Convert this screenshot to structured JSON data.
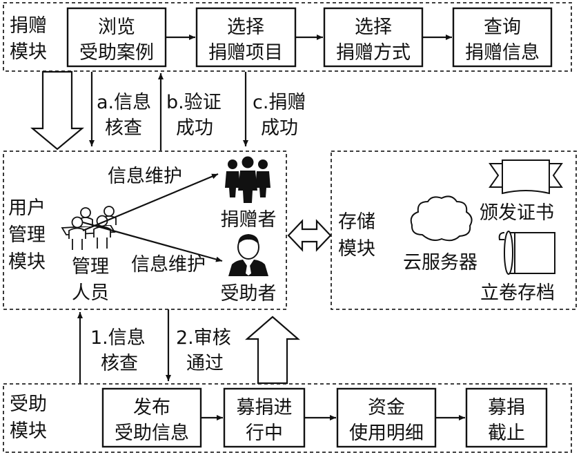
{
  "donation_module": {
    "label": [
      "捐赠",
      "模块"
    ],
    "steps": [
      [
        "浏览",
        "受助案例"
      ],
      [
        "选择",
        "捐赠项目"
      ],
      [
        "选择",
        "捐赠方式"
      ],
      [
        "查询",
        "捐赠信息"
      ]
    ]
  },
  "flows_top": {
    "a": [
      "a.信息",
      "核查"
    ],
    "b": [
      "b.验证",
      "成功"
    ],
    "c": [
      "c.捐赠",
      "成功"
    ]
  },
  "user_module": {
    "label": [
      "用户",
      "管理",
      "模块"
    ],
    "admin": [
      "管理",
      "人员"
    ],
    "maintain_1": "信息维护",
    "maintain_2": "信息维护",
    "donor": "捐赠者",
    "recipient": "受助者"
  },
  "storage_module": {
    "label": [
      "存储",
      "模块"
    ],
    "cloud": "云服务器",
    "certificate": "颁发证书",
    "archive": "立卷存档"
  },
  "flows_bottom": {
    "one": [
      "1.信息",
      "核查"
    ],
    "two": [
      "2.审核",
      "通过"
    ]
  },
  "aid_module": {
    "label": [
      "受助",
      "模块"
    ],
    "steps": [
      [
        "发布",
        "受助信息"
      ],
      [
        "募捐进",
        "行中"
      ],
      [
        "资金",
        "使用明细"
      ],
      [
        "募捐",
        "截止"
      ]
    ]
  }
}
